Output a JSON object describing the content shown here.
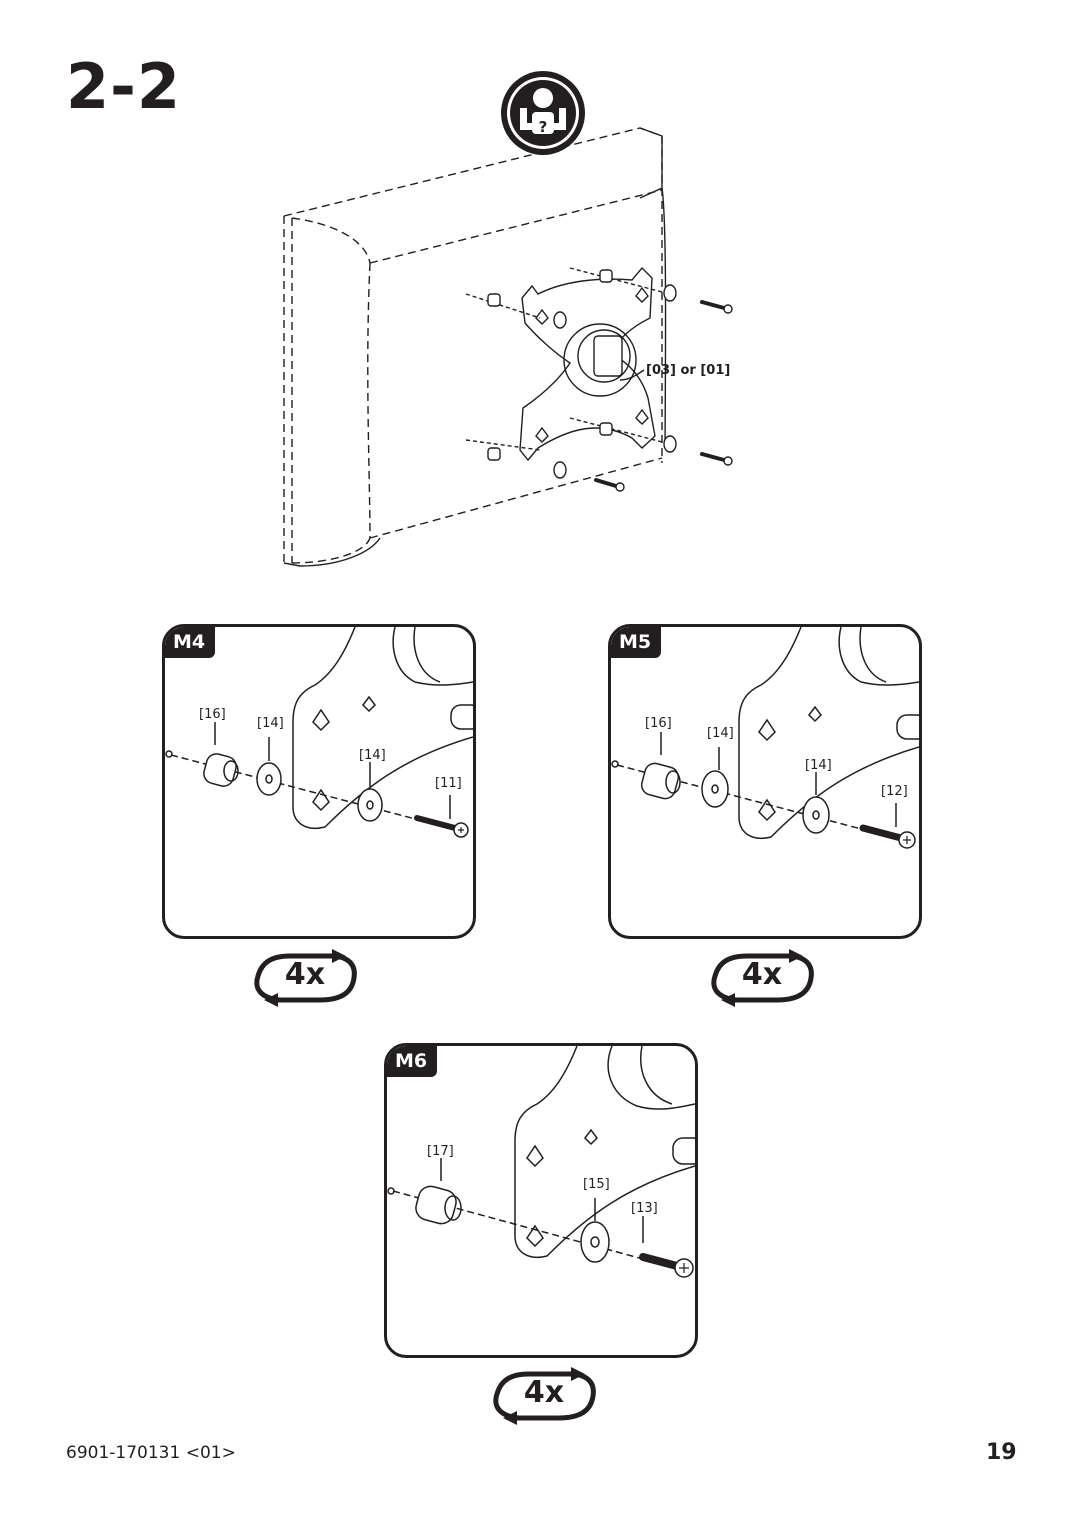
{
  "page": {
    "step_title": "2-2",
    "document_code": "6901-170131 <01>",
    "page_number": "19"
  },
  "main_diagram": {
    "connector_label": "[03] or [01]"
  },
  "icons": {
    "help_icon": "two-person-help-icon",
    "repeat_icon": "rotate-arrows-icon"
  },
  "panels": [
    {
      "size": "M4",
      "spacer": "[16]",
      "washer_a": "[14]",
      "washer_b": "[14]",
      "screw": "[11]",
      "repeat": "4x"
    },
    {
      "size": "M5",
      "spacer": "[16]",
      "washer_a": "[14]",
      "washer_b": "[14]",
      "screw": "[12]",
      "repeat": "4x"
    },
    {
      "size": "M6",
      "spacer": "[17]",
      "washer_b": "[15]",
      "screw": "[13]",
      "repeat": "4x"
    }
  ]
}
